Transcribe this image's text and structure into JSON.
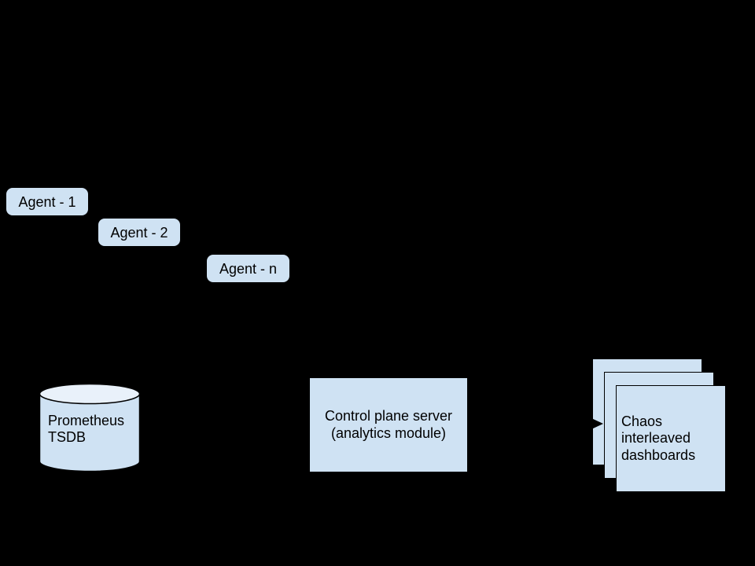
{
  "diagram": {
    "background_color": "#000000",
    "node_fill_color": "#cfe2f3",
    "cylinder_top_fill_color": "#e9f1fa",
    "stroke_color": "#000000",
    "text_color": "#000000",
    "agents": [
      {
        "label": "Agent - 1"
      },
      {
        "label": "Agent - 2"
      },
      {
        "label": "Agent - n"
      }
    ],
    "database": {
      "label": "Prometheus\nTSDB"
    },
    "control_plane": {
      "label": "Control plane server\n(analytics module)"
    },
    "dashboards": {
      "label": "Chaos\ninterleaved\ndashboards"
    }
  }
}
